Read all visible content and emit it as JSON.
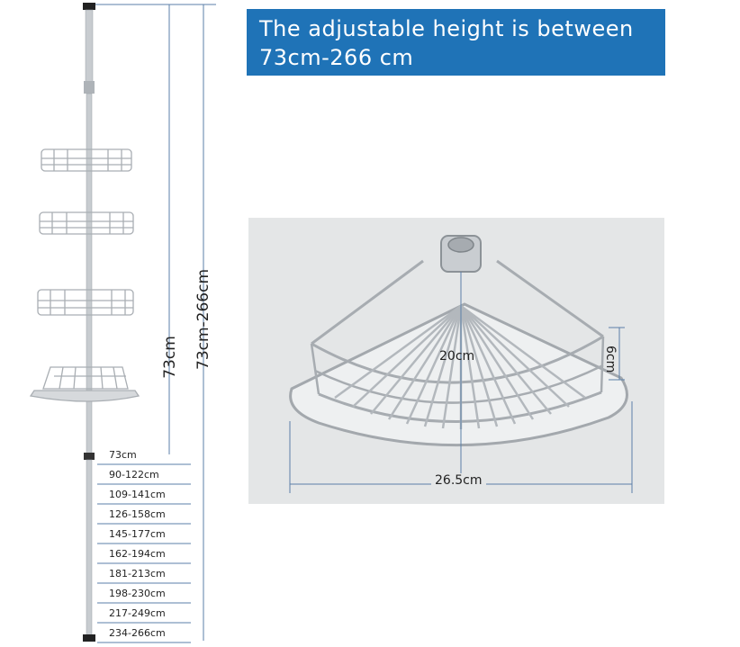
{
  "banner": {
    "line1": "The adjustable height is between",
    "line2": "73cm-266 cm",
    "color": "#1f73b7"
  },
  "pole": {
    "label_short": "73cm",
    "label_full": "73cm-266cm",
    "heights": [
      "73cm",
      "90-122cm",
      "109-141cm",
      "126-158cm",
      "145-177cm",
      "162-194cm",
      "181-213cm",
      "198-230cm",
      "217-249cm",
      "234-266cm"
    ]
  },
  "basket": {
    "depth": "20cm",
    "rim_height": "6cm",
    "width": "26.5cm"
  },
  "colors": {
    "dimension_line": "#5b7fa8",
    "metal": "#b9bdc1"
  }
}
